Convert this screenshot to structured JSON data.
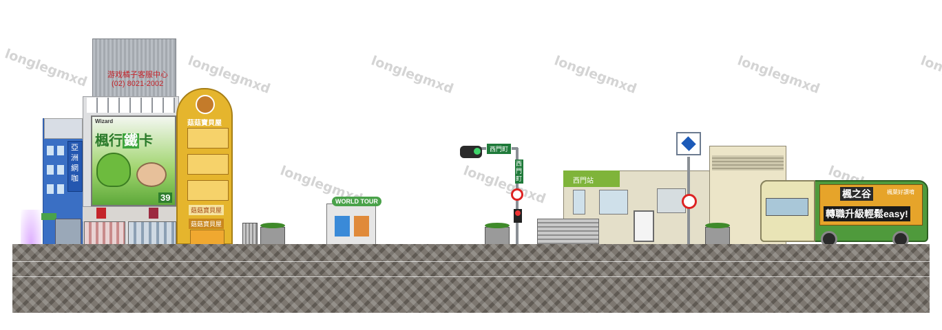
{
  "watermark": "longlegmxd",
  "billboard": {
    "line1": "游戏橘子客服中心",
    "line2": "(02) 8021-2002"
  },
  "poster": {
    "brand": "Wizard",
    "title": "楓行",
    "title_highlight": "鐵",
    "title_suffix": "卡",
    "badge": "39"
  },
  "blue_building_sign": "亞洲網咖",
  "yellow_building": {
    "sign": "菇菇寶貝屋",
    "banner": "菇菇寶貝屋",
    "store_sign": "菇菇寶貝屋"
  },
  "world_tour_sign": "WORLD TOUR",
  "traffic": {
    "street_sign": "西門町",
    "vertical_sign": "西門町"
  },
  "station": {
    "name": "西門站"
  },
  "bus": {
    "line1": "楓之谷",
    "line2": "楓葉好讚唷",
    "slogan": "轉職升級輕鬆easy!"
  },
  "colors": {
    "blue_building": "#3a6fc4",
    "yellow_building": "#e5b52d",
    "station_green": "#7fb43a",
    "bus_green": "#4f9a3c"
  }
}
